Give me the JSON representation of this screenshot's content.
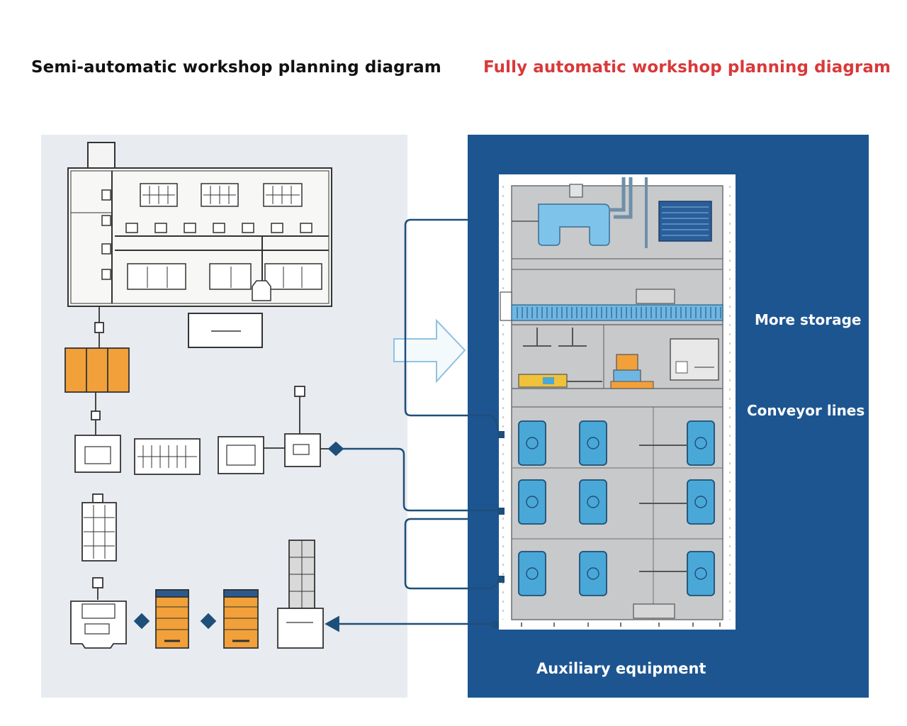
{
  "titles": {
    "semi_automatic": "Semi-automatic workshop planning diagram",
    "fully_automatic": "Fully automatic workshop planning diagram"
  },
  "callouts": {
    "more_storage": "More storage",
    "conveyor_lines": "Conveyor lines",
    "auxiliary_equipment": "Auxiliary equipment"
  },
  "colors": {
    "title_right": "#d9393a",
    "left_panel_bg": "#e8ebf0",
    "right_panel_bg": "#1d5591",
    "machine_orange": "#f1a03a",
    "station_blue": "#4aa8d8",
    "connector_line": "#1d4f7a"
  }
}
